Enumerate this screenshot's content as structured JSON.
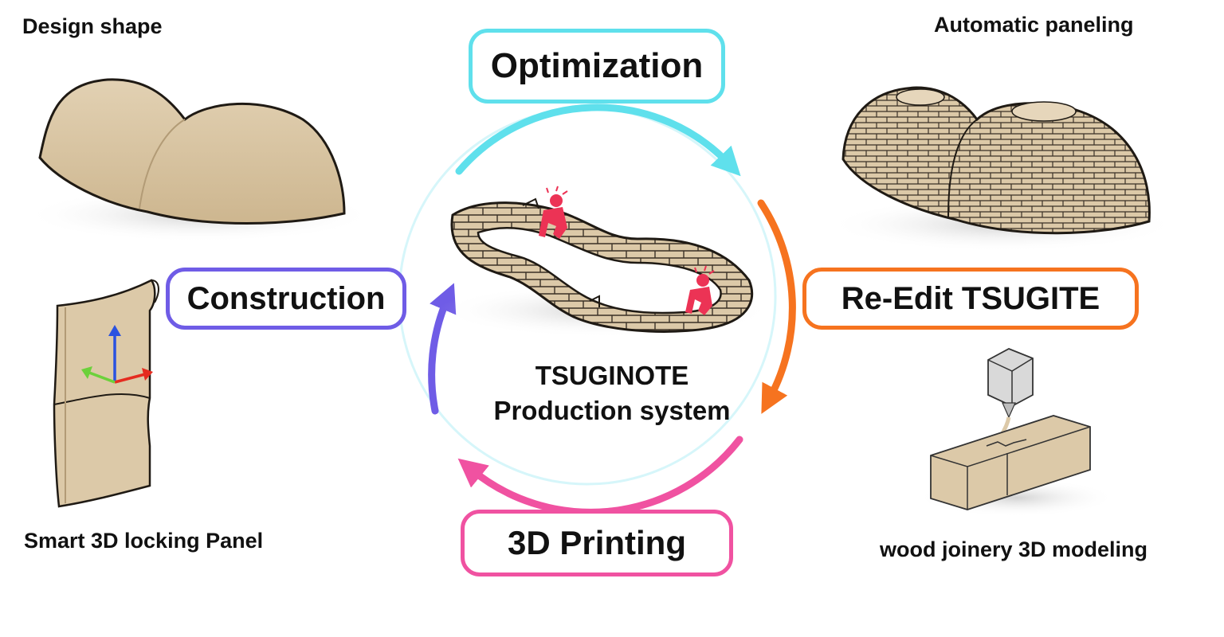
{
  "labels": {
    "design_shape": "Design shape",
    "automatic_paneling": "Automatic paneling",
    "smart_panel": "Smart 3D locking Panel",
    "wood_joinery": "wood joinery 3D modeling",
    "center_line1": "TSUGINOTE",
    "center_line2": "Production system"
  },
  "stages": {
    "optimization": {
      "label": "Optimization",
      "color": "#5fe0ec"
    },
    "re_edit": {
      "label": "Re-Edit TSUGITE",
      "color": "#f6731f"
    },
    "printing": {
      "label": "3D Printing",
      "color": "#f052a1"
    },
    "construction": {
      "label": "Construction",
      "color": "#6f5ce6"
    }
  },
  "colors": {
    "wood": "#dcc9a8",
    "wood_shadow": "#c9b38d",
    "outline": "#222222",
    "cycle_ring": "#d6f6fa",
    "worker": "#ec3355",
    "axis_x": "#e52b1f",
    "axis_y": "#6cd13b",
    "axis_z": "#2a52e0",
    "nozzle": "#d9d9d9"
  },
  "icons": {
    "design_shape": "twin-dome-shape-icon",
    "automatic_paneling": "paneled-dome-icon",
    "smart_panel": "locking-panel-icon",
    "wood_joinery": "3d-printer-joint-icon",
    "center": "paneled-wall-loop-icon",
    "workers": "construction-worker-icon"
  }
}
